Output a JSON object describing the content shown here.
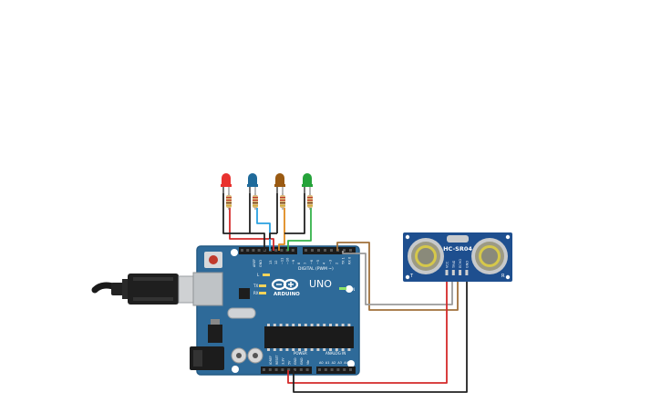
{
  "board": {
    "brand": "ARDUINO",
    "model": "UNO",
    "digital_header_label": "DIGITAL (PWM ~)",
    "power_header_label": "POWER",
    "analog_header_label": "ANALOG IN",
    "aref_label": "AREF",
    "gnd_label": "GND",
    "on_label": "ON",
    "tx_label": "TX",
    "rx_label": "RX",
    "l_label": "L",
    "digital_pins": [
      "13",
      "12",
      "~11",
      "~10",
      "~9",
      "8",
      "7",
      "~6",
      "~5",
      "4",
      "~3",
      "2",
      "TX 1",
      "RX 0"
    ],
    "power_pins": [
      "IOREF",
      "RESET",
      "3.3V",
      "5V",
      "GND",
      "GND",
      "Vin"
    ],
    "analog_pins": [
      "A0",
      "A1",
      "A2",
      "A3",
      "A4",
      "A5"
    ]
  },
  "sensor": {
    "model": "HC-SR04",
    "left_mark": "T",
    "right_mark": "R",
    "pins": [
      "VCC",
      "TRIG",
      "ECHO",
      "GND"
    ]
  },
  "leds": [
    {
      "color_name": "red",
      "color": "#e8322f"
    },
    {
      "color_name": "blue",
      "color": "#1f6a9a"
    },
    {
      "color_name": "orange",
      "color": "#9a5a12"
    },
    {
      "color_name": "green",
      "color": "#25a33a"
    }
  ],
  "wire_colors": {
    "red": "#d42a2a",
    "black": "#222222",
    "blue": "#2aa0e0",
    "orange": "#e08a1e",
    "green": "#35b24a",
    "gray": "#9a9a9a",
    "brown": "#a0703a"
  }
}
